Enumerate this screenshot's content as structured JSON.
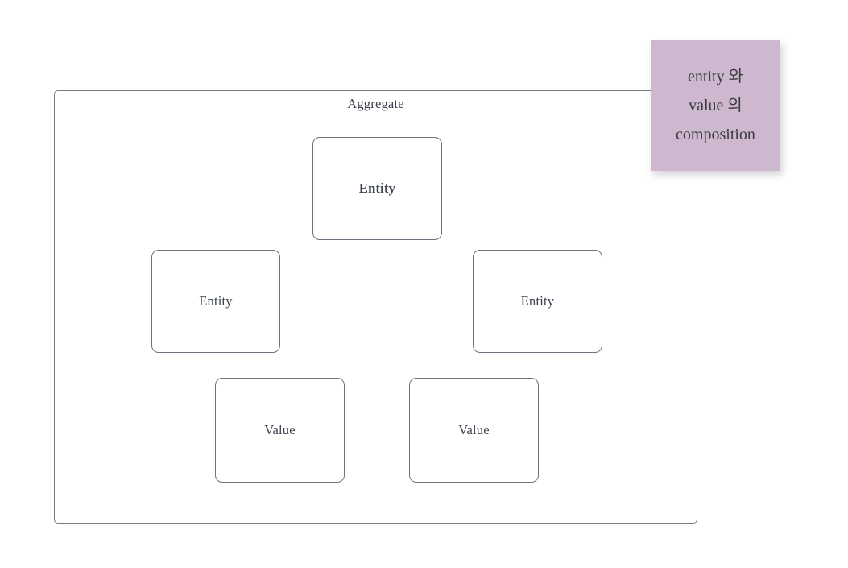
{
  "diagram": {
    "type": "ddd-aggregate-composition",
    "aggregate": {
      "label": "Aggregate",
      "nodes": [
        {
          "id": "entity-top",
          "label": "Entity",
          "kind": "entity",
          "emphasis": true
        },
        {
          "id": "entity-left",
          "label": "Entity",
          "kind": "entity",
          "emphasis": false
        },
        {
          "id": "entity-right",
          "label": "Entity",
          "kind": "entity",
          "emphasis": false
        },
        {
          "id": "value-left",
          "label": "Value",
          "kind": "value",
          "emphasis": false
        },
        {
          "id": "value-right",
          "label": "Value",
          "kind": "value",
          "emphasis": false
        }
      ]
    },
    "annotation": {
      "text": "entity 와\nvalue 의\ncomposition",
      "background_color": "#CDB8CF",
      "text_color": "#3B3B3F"
    },
    "colors": {
      "page_background": "#FFFFFF",
      "node_border": "#6E7380",
      "container_border": "#767B86",
      "label_text": "#3D4250"
    }
  }
}
